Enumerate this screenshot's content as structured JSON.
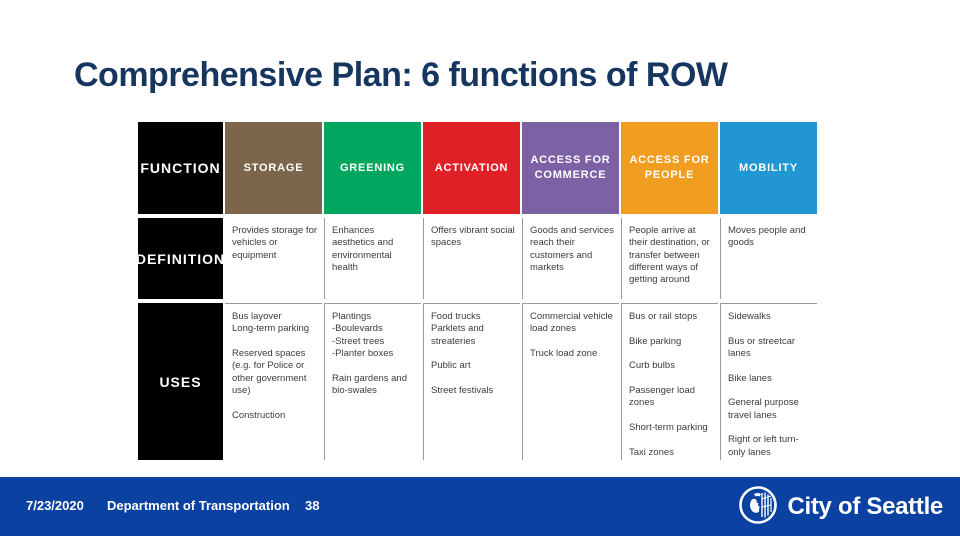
{
  "slide": {
    "title": "Comprehensive Plan: 6 functions of ROW"
  },
  "table": {
    "row_labels": {
      "function": "FUNCTION",
      "definition": "DEFINITION",
      "uses": "USES"
    },
    "columns": [
      {
        "name": "STORAGE",
        "color": "#7b664c",
        "definition": "Provides storage for vehicles or equipment",
        "uses": [
          "Bus layover\nLong-term parking",
          "Reserved spaces (e.g. for Police or other government use)",
          "Construction"
        ]
      },
      {
        "name": "GREENING",
        "color": "#00a65d",
        "definition": "Enhances aesthetics and environmental health",
        "uses": [
          "Plantings\n-Boulevards\n-Street trees\n-Planter boxes",
          "Rain gardens and bio-swales"
        ]
      },
      {
        "name": "ACTIVATION",
        "color": "#df2127",
        "definition": "Offers vibrant social spaces",
        "uses": [
          "Food trucks\nParklets and streateries",
          "Public art",
          "Street festivals"
        ]
      },
      {
        "name": "ACCESS FOR COMMERCE",
        "color": "#7d61a5",
        "definition": "Goods and services reach their customers and markets",
        "uses": [
          "Commercial vehicle load zones",
          "Truck load zone"
        ]
      },
      {
        "name": "ACCESS FOR PEOPLE",
        "color": "#f09d20",
        "definition": "People arrive at their destination, or transfer between different ways of getting around",
        "uses": [
          "Bus or rail stops",
          "Bike parking",
          "Curb bulbs",
          "Passenger load zones",
          "Short-term parking",
          "Taxi zones"
        ]
      },
      {
        "name": "MOBILITY",
        "color": "#2196d2",
        "definition": "Moves people and goods",
        "uses": [
          "Sidewalks",
          "Bus or streetcar lanes",
          "Bike lanes",
          "General purpose travel lanes",
          "Right or left turn-only lanes"
        ]
      }
    ]
  },
  "footer": {
    "date": "7/23/2020",
    "department": "Department of Transportation",
    "page_number": "38",
    "logo_text": "City of Seattle"
  },
  "colors": {
    "title_text": "#16355f",
    "footer_bar": "#0b41a1",
    "function_label_bg": "#000000",
    "grid_line": "#9a9a9a"
  }
}
